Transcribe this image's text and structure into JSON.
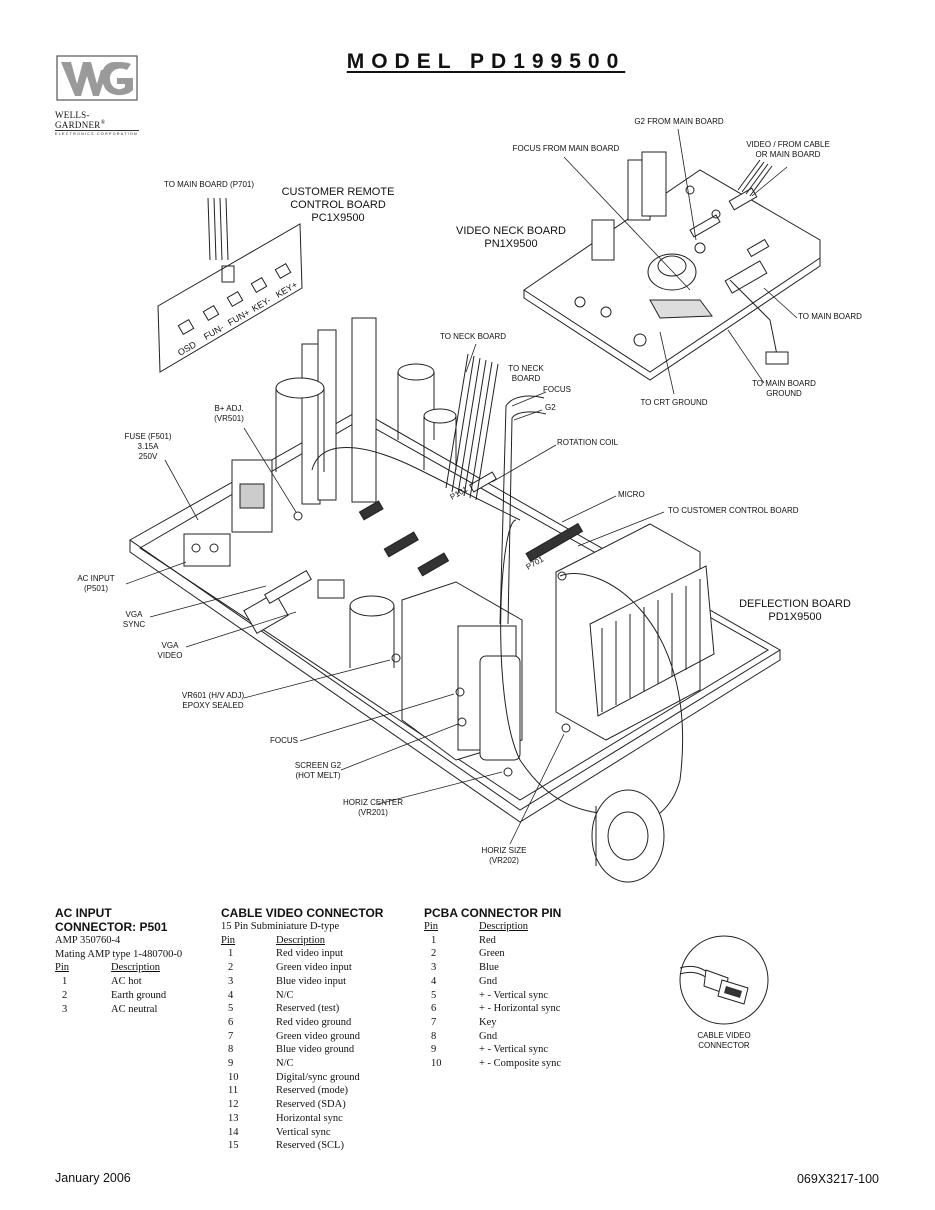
{
  "logo": {
    "brand": "WELLS-GARDNER",
    "registered": "®",
    "subtitle": "ELECTRONICS CORPORATION"
  },
  "title": "MODEL PD199500",
  "boards": {
    "customer_remote": {
      "line1": "CUSTOMER REMOTE",
      "line2": "CONTROL BOARD",
      "line3": "PC1X9500"
    },
    "video_neck": {
      "line1": "VIDEO NECK BOARD",
      "line2": "PN1X9500"
    },
    "deflection": {
      "line1": "DEFLECTION BOARD",
      "line2": "PD1X9500"
    }
  },
  "remote_buttons": [
    "OSD",
    "FUN-",
    "FUN+",
    "KEY-",
    "KEY+"
  ],
  "callouts": {
    "to_main_board_p701": "TO MAIN BOARD (P701)",
    "g2_from_main": "G2 FROM MAIN BOARD",
    "focus_from_main": "FOCUS FROM MAIN BOARD",
    "video_from_cable_1": "VIDEO / FROM CABLE",
    "video_from_cable_2": "OR MAIN BOARD",
    "to_main_board": "TO MAIN BOARD",
    "to_main_board_ground_1": "TO MAIN BOARD",
    "to_main_board_ground_2": "GROUND",
    "to_crt_ground": "TO CRT GROUND",
    "to_neck_board": "TO NECK BOARD",
    "to_neck_board_2_1": "TO NECK",
    "to_neck_board_2_2": "BOARD",
    "focus_top": "FOCUS",
    "g2": "G2",
    "rotation_coil": "ROTATION COIL",
    "micro": "MICRO",
    "to_customer_control": "TO CUSTOMER CONTROL BOARD",
    "p101": "P101",
    "p701": "P701",
    "b_adj_1": "B+ ADJ.",
    "b_adj_2": "(VR501)",
    "fuse_1": "FUSE (F501)",
    "fuse_2": "3.15A",
    "fuse_3": "250V",
    "ac_input_1": "AC INPUT",
    "ac_input_2": "(P501)",
    "vga_sync_1": "VGA",
    "vga_sync_2": "SYNC",
    "vga_video_1": "VGA",
    "vga_video_2": "VIDEO",
    "vr601_1": "VR601 (H/V ADJ)",
    "vr601_2": "EPOXY SEALED",
    "focus_bottom": "FOCUS",
    "screen_g2_1": "SCREEN G2",
    "screen_g2_2": "(HOT MELT)",
    "horiz_center_1": "HORIZ CENTER",
    "horiz_center_2": "(VR201)",
    "horiz_size_1": "HORIZ SIZE",
    "horiz_size_2": "(VR202)",
    "cable_video_1": "CABLE VIDEO",
    "cable_video_2": "CONNECTOR"
  },
  "ac_input": {
    "heading_1": "AC INPUT",
    "heading_2": "CONNECTOR: P501",
    "line1": "AMP 350760-4",
    "line2": "Mating AMP type 1-480700-0",
    "col_pin": "Pin",
    "col_desc": "Description",
    "rows": [
      {
        "pin": "1",
        "desc": "AC hot"
      },
      {
        "pin": "2",
        "desc": "Earth ground"
      },
      {
        "pin": "3",
        "desc": "AC neutral"
      }
    ]
  },
  "cable_video": {
    "heading": "CABLE VIDEO CONNECTOR",
    "line1": "15 Pin Subminiature D-type",
    "col_pin": "Pin",
    "col_desc": "Description",
    "rows": [
      {
        "pin": "1",
        "desc": "Red video input"
      },
      {
        "pin": "2",
        "desc": "Green video input"
      },
      {
        "pin": "3",
        "desc": "Blue video input"
      },
      {
        "pin": "4",
        "desc": "N/C"
      },
      {
        "pin": "5",
        "desc": "Reserved (test)"
      },
      {
        "pin": "6",
        "desc": "Red video ground"
      },
      {
        "pin": "7",
        "desc": "Green video ground"
      },
      {
        "pin": "8",
        "desc": "Blue video ground"
      },
      {
        "pin": "9",
        "desc": "N/C"
      },
      {
        "pin": "10",
        "desc": "Digital/sync ground"
      },
      {
        "pin": "11",
        "desc": "Reserved (mode)"
      },
      {
        "pin": "12",
        "desc": "Reserved (SDA)"
      },
      {
        "pin": "13",
        "desc": "Horizontal sync"
      },
      {
        "pin": "14",
        "desc": "Vertical sync"
      },
      {
        "pin": "15",
        "desc": "Reserved (SCL)"
      }
    ]
  },
  "pcba": {
    "heading": "PCBA CONNECTOR PIN",
    "col_pin": "Pin",
    "col_desc": "Description",
    "rows": [
      {
        "pin": "1",
        "desc": "Red"
      },
      {
        "pin": "2",
        "desc": "Green"
      },
      {
        "pin": "3",
        "desc": "Blue"
      },
      {
        "pin": "4",
        "desc": "Gnd"
      },
      {
        "pin": "5",
        "desc": "+ - Vertical sync"
      },
      {
        "pin": "6",
        "desc": "+ - Horizontal sync"
      },
      {
        "pin": "7",
        "desc": "Key"
      },
      {
        "pin": "8",
        "desc": "Gnd"
      },
      {
        "pin": "9",
        "desc": "+ - Vertical sync"
      },
      {
        "pin": "10",
        "desc": "+ - Composite sync"
      }
    ]
  },
  "footer": {
    "date": "January 2006",
    "doc_number": "069X3217-100"
  }
}
